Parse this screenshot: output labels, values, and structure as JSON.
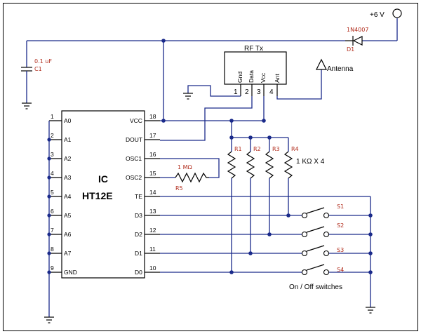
{
  "frame_border_color": "#000000",
  "wire_color": "#1a2a8a",
  "designator_color": "#b02a1a",
  "supply": {
    "label": "+6 V"
  },
  "diode": {
    "part": "1N4007",
    "ref": "D1"
  },
  "capacitor": {
    "value": "0.1 uF",
    "ref": "C1"
  },
  "rf_module": {
    "title": "RF Tx",
    "pins": [
      {
        "name": "Gnd",
        "num": "1"
      },
      {
        "name": "Data",
        "num": "2"
      },
      {
        "name": "Vcc",
        "num": "3"
      },
      {
        "name": "Ant",
        "num": "4"
      }
    ]
  },
  "antenna": {
    "label": "Antenna"
  },
  "ic": {
    "line1": "IC",
    "line2": "HT12E",
    "left_pins": [
      {
        "num": "1",
        "name": "A0"
      },
      {
        "num": "2",
        "name": "A1"
      },
      {
        "num": "3",
        "name": "A2"
      },
      {
        "num": "4",
        "name": "A3"
      },
      {
        "num": "5",
        "name": "A4"
      },
      {
        "num": "6",
        "name": "A5"
      },
      {
        "num": "7",
        "name": "A6"
      },
      {
        "num": "8",
        "name": "A7"
      },
      {
        "num": "9",
        "name": "GND"
      }
    ],
    "right_pins": [
      {
        "num": "18",
        "name": "VCC"
      },
      {
        "num": "17",
        "name": "DOUT"
      },
      {
        "num": "16",
        "name": "OSC1"
      },
      {
        "num": "15",
        "name": "OSC2"
      },
      {
        "num": "14",
        "name": "TE"
      },
      {
        "num": "13",
        "name": "D3"
      },
      {
        "num": "12",
        "name": "D2"
      },
      {
        "num": "11",
        "name": "D1"
      },
      {
        "num": "10",
        "name": "D0"
      }
    ]
  },
  "r5": {
    "value": "1 MΩ",
    "ref": "R5"
  },
  "pullups": {
    "refs": [
      "R1",
      "R2",
      "R3",
      "R4"
    ],
    "value": "1 KΩ X 4"
  },
  "switches": {
    "refs": [
      "S1",
      "S2",
      "S3",
      "S4"
    ],
    "caption": "On / Off switches"
  }
}
